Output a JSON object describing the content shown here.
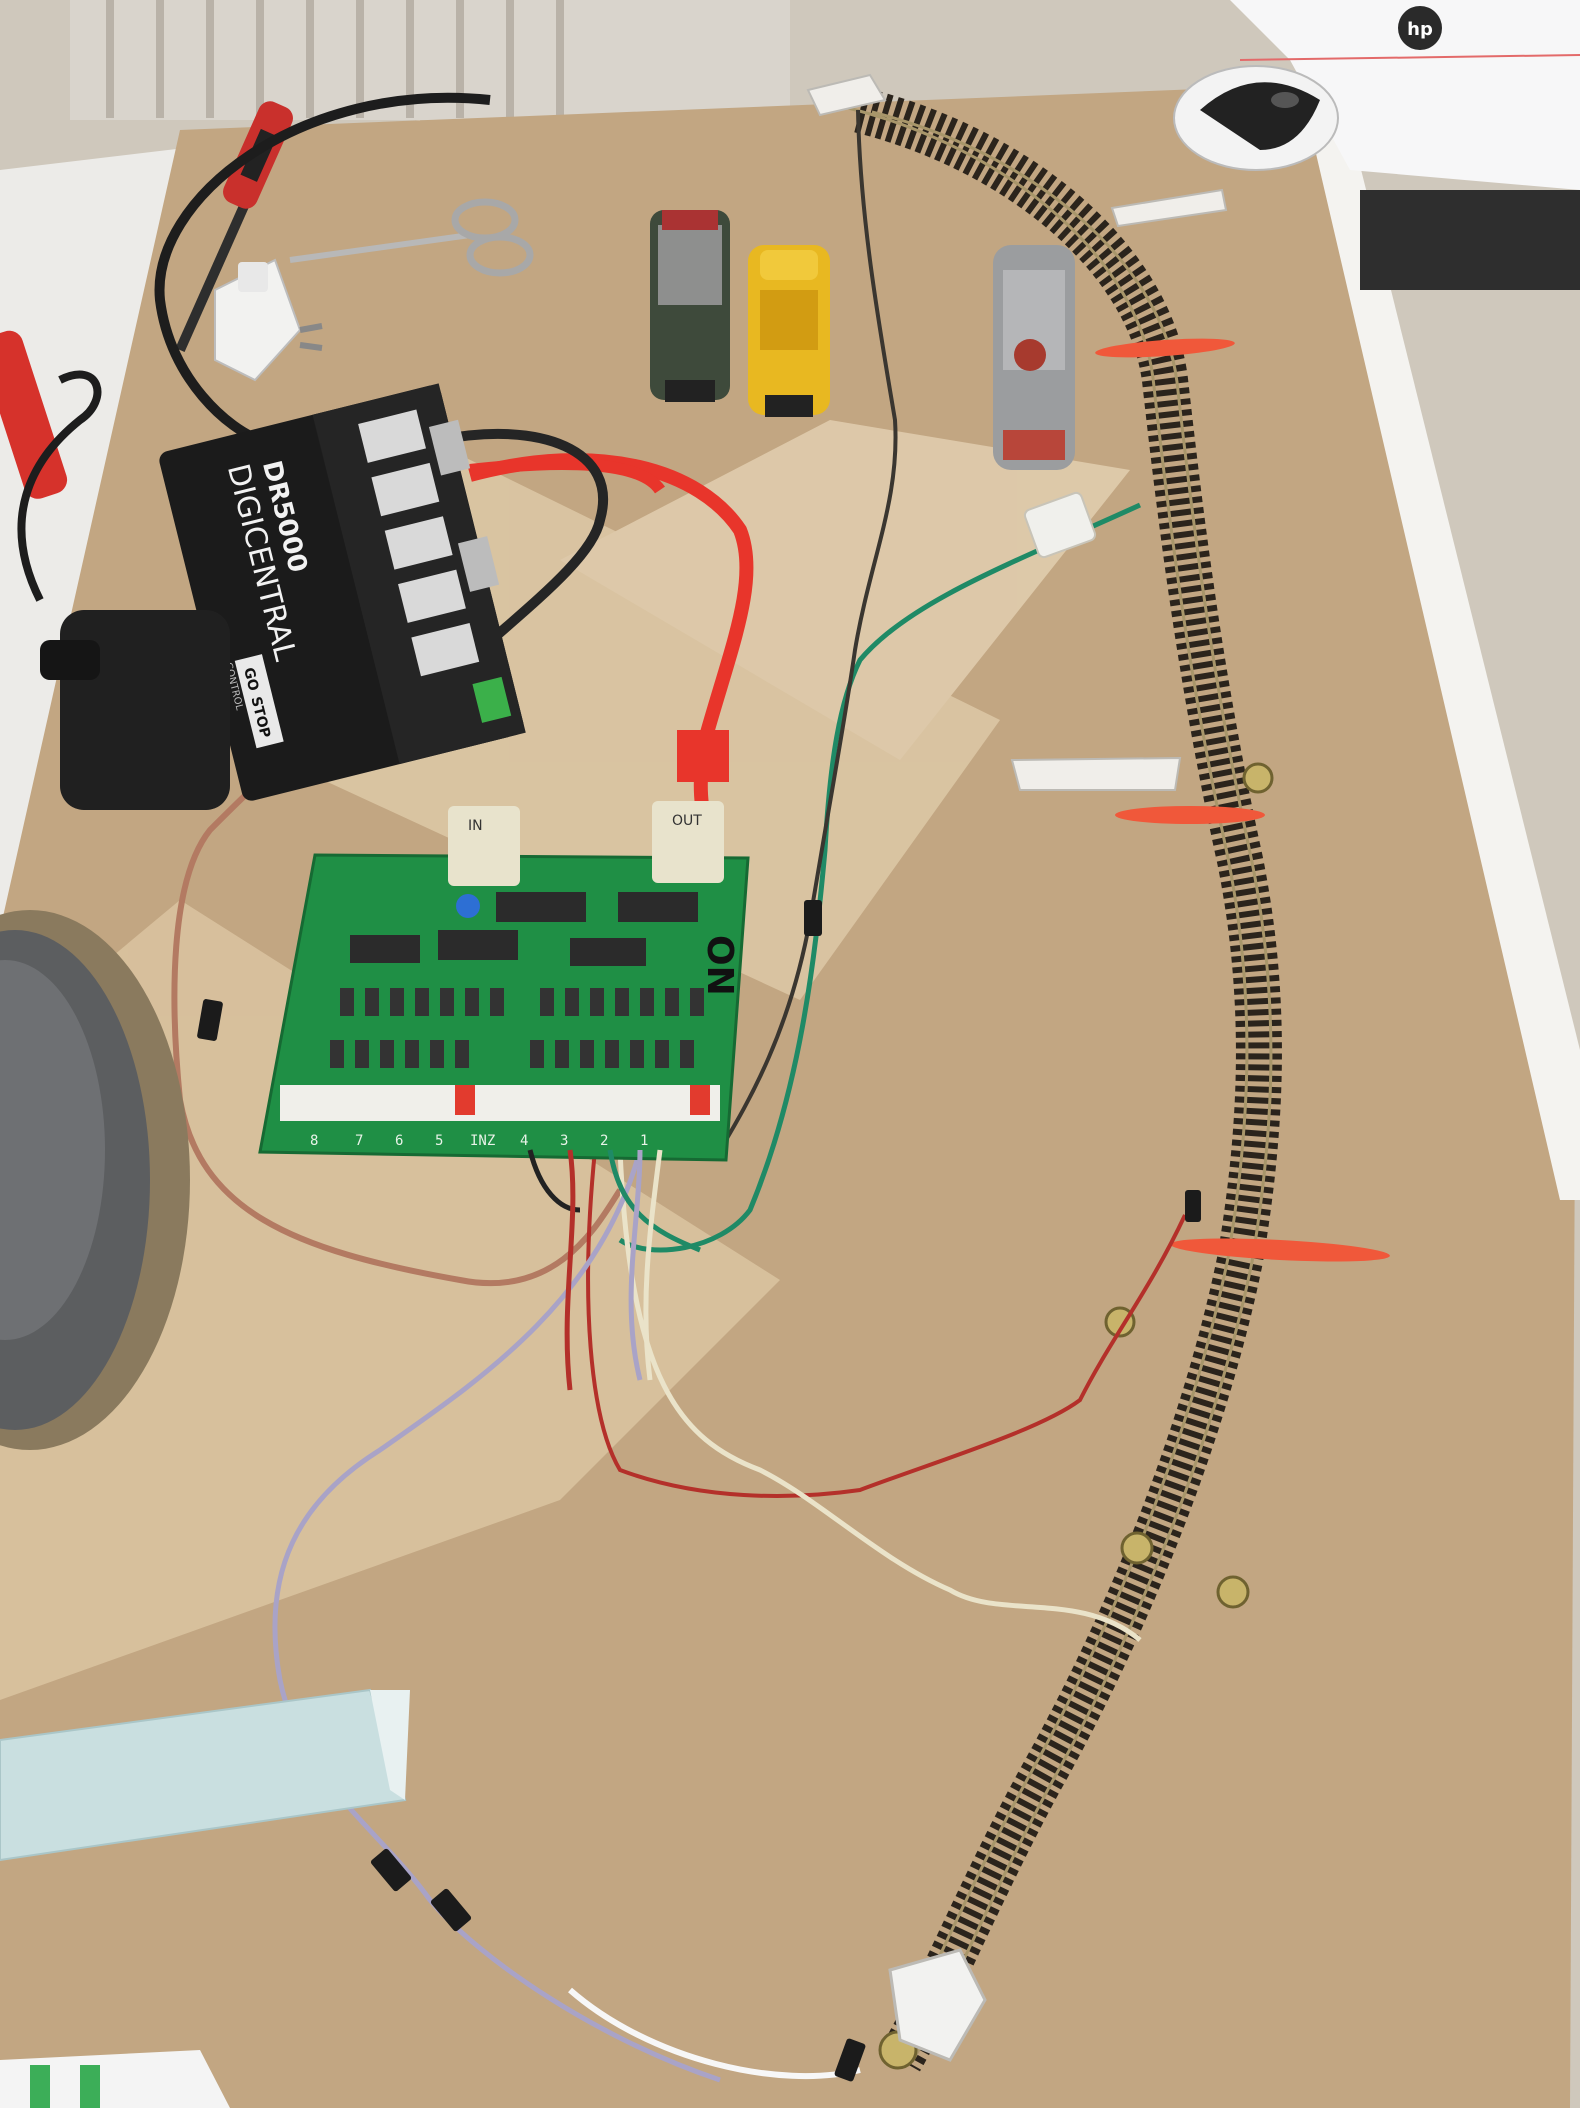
{
  "scene": {
    "colors": {
      "cardboard": "#c2a682",
      "cardboard_light": "#d8c4a6",
      "pcb_green": "#1f8f45",
      "cable_red": "#e8352b",
      "cable_grey": "#3a3a3a",
      "track_sleepers": "#2b241c",
      "track_rails": "#9c8a5a",
      "marker_red": "#f0583a"
    },
    "icons": [
      "scissors-icon",
      "screwdriver-icon",
      "mouse-icon",
      "plug-adapter-icon"
    ]
  },
  "command_station": {
    "brand": "DR5000",
    "label": "DIGICENTRAL",
    "button_go": "GO",
    "button_stop": "STOP",
    "button_caption": "CONTROL"
  },
  "feedback_board": {
    "label_in": "IN",
    "label_out": "OUT",
    "side_label": "ON",
    "connector_labels": [
      "8",
      "7",
      "6",
      "5",
      "INZ",
      "4",
      "3",
      "2",
      "1"
    ]
  },
  "laptop": {
    "logo": "hp"
  }
}
